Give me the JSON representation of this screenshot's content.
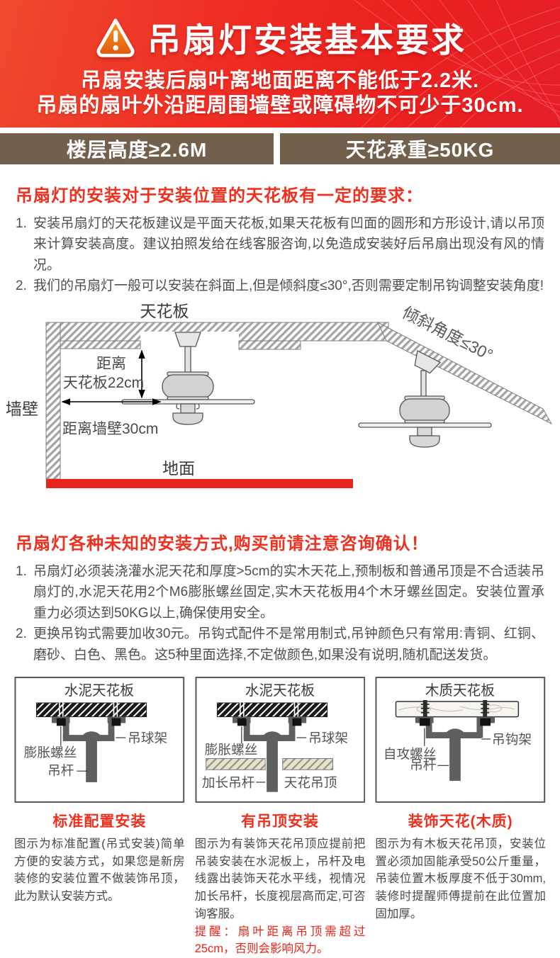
{
  "colors": {
    "accent_red": "#f0301f",
    "banner_red": "#ee2d23",
    "bar_brown": "#72604d",
    "floor_red": "#e8251c"
  },
  "banner": {
    "title": "吊扇灯安装基本要求",
    "line1": "吊扇安装后扇叶离地面距离不能低于2.2米.",
    "line2": "吊扇的扇叶外沿距周围墙壁或障碍物不可少于30cm."
  },
  "bars": {
    "left": "楼层高度≥2.6M",
    "right": "天花承重≥50KG"
  },
  "section1": {
    "heading": "吊扇灯的安装对于安装位置的天花板有一定的要求：",
    "items": [
      {
        "num": "1.",
        "text": "安装吊扇灯的天花板建议是平面天花板,如果天花板有凹面的圆形和方形设计,请以吊顶来计算安装高度。建议拍照发给在线客服咨询,以免造成安装好后吊扇出现没有风的情况。"
      },
      {
        "num": "2.",
        "text": "我们的吊扇灯一般可以安装在斜面上,但是倾斜度≤30°,否则需要定制吊钩调整安装角度!"
      }
    ]
  },
  "room_diagram": {
    "ceiling_label": "天花板",
    "wall_label": "墙壁",
    "floor_label": "地面",
    "distance_ceiling_line1": "距离",
    "distance_ceiling_line2": "天花板22cm",
    "distance_wall_label": "距离墙壁30cm",
    "slope_label": "倾斜角度≤30°"
  },
  "section2": {
    "heading": "吊扇灯各种未知的安装方式,购买前请注意咨询确认！",
    "items": [
      {
        "num": "1.",
        "text": "吊扇灯必须装浇灌水泥天花和厚度>5cm的实木天花上,预制板和普通吊顶是不合适装吊扇灯的,水泥天花用2个M6膨胀螺丝固定,实木天花板用4个木牙螺丝固定。安装位置承重力必须达到50KG以上,确保使用安全。"
      },
      {
        "num": "2.",
        "text": "更换吊钩式需要加收30元。吊钩式配件不是常用制式,吊钟颜色只有常用:青铜、红铜、磨砂、白色、黑色。这5种里面选择,不定做颜色,如果没有说明,随机配送发货。"
      }
    ]
  },
  "methods": [
    {
      "diagram_title": "水泥天花板",
      "labels": {
        "screw": "膨胀螺丝",
        "bracket": "吊球架",
        "rod": "吊杆"
      },
      "heading": "标准配置安装",
      "body": "图示为标准配置(吊式安装)简单方便的安装方式，如果您是新房装修的安装位置不做装饰吊顶，此为默认安装方式。"
    },
    {
      "diagram_title": "水泥天花板",
      "labels": {
        "screw": "膨胀螺丝",
        "bracket": "吊球架",
        "rod": "加长吊杆",
        "panel": "天花吊顶"
      },
      "heading": "有吊顶安装",
      "body": "图示为有装饰天花吊顶应提前把吊装安装在水泥板上，吊杆及电线露出装饰天花水平线，视情况加长吊杆，长度视层高而定,可咨询客服。",
      "note": "提醒：扇叶距离吊顶需超过25cm，否则会影响风力。"
    },
    {
      "diagram_title": "木质天花板",
      "labels": {
        "screw": "自攻螺丝",
        "bracket": "吊钩架",
        "rod": "吊杆"
      },
      "heading": "装饰天花(木质)",
      "body": "图示为有木板天花吊顶，安装位置必须加固能承受50公斤重量，吊装位置木板厚度不低于30mm,装修时提醒师傅提前在此位置加固加厚。"
    }
  ]
}
